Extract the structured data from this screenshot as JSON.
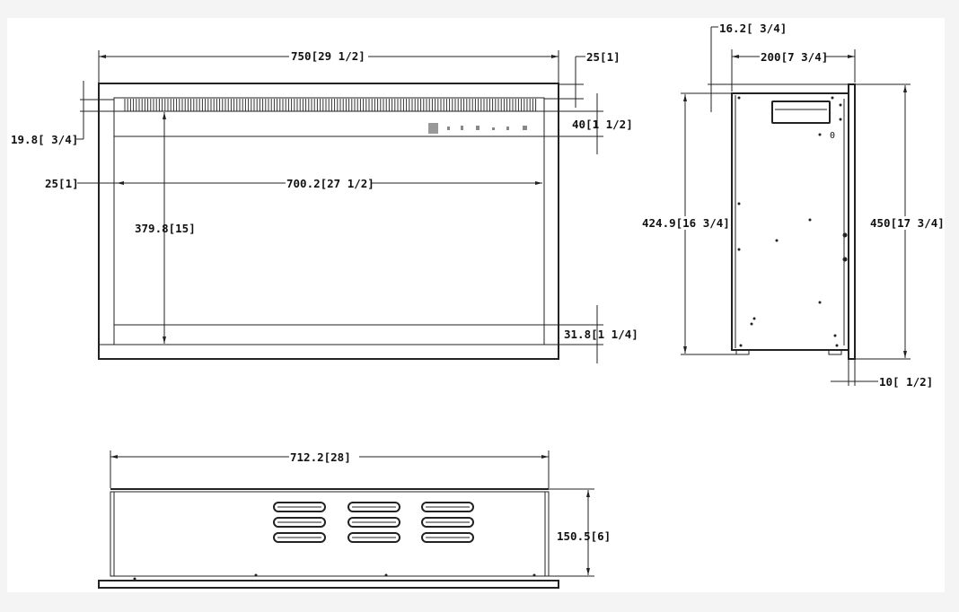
{
  "front_view": {
    "overall_width": "750[29 1/2]",
    "frame_side_top": "25[1]",
    "top_trim": "19.8[ 3/4]",
    "control_band": "40[1 1/2]",
    "frame_side_left": "25[1]",
    "opening_width": "700.2[27 1/2]",
    "opening_height": "379.8[15]",
    "bottom_band": "31.8[1 1/4]"
  },
  "side_view": {
    "top_offset": "16.2[ 3/4]",
    "depth": "200[7 3/4]",
    "body_height": "424.9[16 3/4]",
    "overall_height": "450[17 3/4]",
    "panel_thickness": "10[ 1/2]",
    "marker": "0"
  },
  "bottom_view": {
    "body_width": "712.2[28]",
    "body_depth": "150.5[6]"
  }
}
